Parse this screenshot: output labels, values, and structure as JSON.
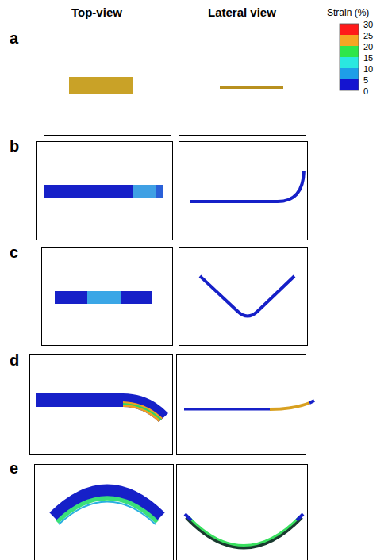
{
  "diagram": {
    "labels": [
      "Top-view",
      "Lateral view",
      "Strain (%)",
      "30",
      "25",
      "20",
      "15",
      "10",
      "5",
      "0",
      "a",
      "b",
      "c",
      "d",
      "e"
    ]
  }
}
